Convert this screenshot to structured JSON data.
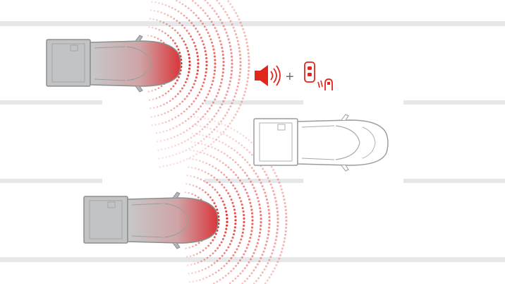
{
  "scene": {
    "background": "#ffffff",
    "lane_color": "#e6e7e8",
    "alert_color": "#e1261c",
    "truck_color": "#c2c3c4",
    "truck_outline": "#8c8e90",
    "outline_truck_stroke": "#9a9c9e"
  },
  "alert_row": {
    "speaker_icon": "speaker-with-waves-icon",
    "plus_sign": "+",
    "key_fob_icon": "key-fob-vibration-icon"
  },
  "vehicles": [
    {
      "name": "rear-left-truck",
      "state": "approaching"
    },
    {
      "name": "rear-right-truck",
      "state": "approaching"
    },
    {
      "name": "own-truck",
      "state": "reversing"
    }
  ]
}
